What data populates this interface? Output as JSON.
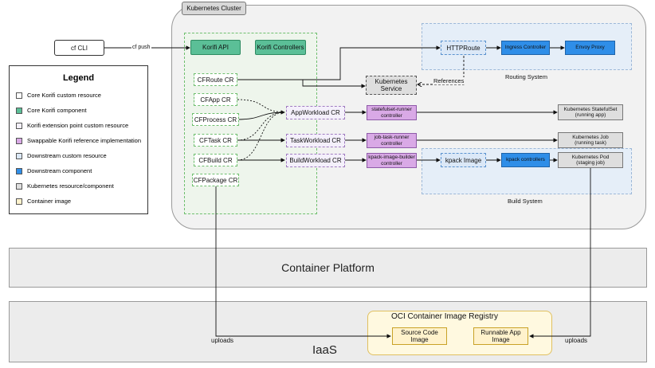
{
  "cluster": {
    "title": "Kubernetes Cluster"
  },
  "cli": {
    "label": "cf CLI",
    "push_label": "cf push"
  },
  "legend": {
    "title": "Legend",
    "items": [
      {
        "label": "Core Korifi custom resource",
        "swatch": "#ffffff"
      },
      {
        "label": "Core Korifi component",
        "swatch": "#5bbf97"
      },
      {
        "label": "Korifi extension point custom resource",
        "swatch": "#f4f0fb"
      },
      {
        "label": "Swappable Korifi reference implementation",
        "swatch": "#d9a9e6"
      },
      {
        "label": "Downstream custom resource",
        "swatch": "#dbe8f7"
      },
      {
        "label": "Downstream component",
        "swatch": "#2f8ee8"
      },
      {
        "label": "Kubernetes resource/component",
        "swatch": "#dedede"
      },
      {
        "label": "Container image",
        "swatch": "#fff2cc"
      }
    ]
  },
  "korifi": {
    "api": "Korifi API",
    "controllers": "Korifi Controllers",
    "cfroute": "CFRoute CR",
    "cfapp": "CFApp CR",
    "cfprocess": "CFProcess CR",
    "cftask": "CFTask CR",
    "cfbuild": "CFBuild CR",
    "cfpackage": "CFPackage CR"
  },
  "workloads": {
    "app": "AppWorkload CR",
    "task": "TaskWorkload CR",
    "build": "BuildWorkload CR"
  },
  "controllers": {
    "statefulset_line1": "statefulset-runner",
    "statefulset_line2": "controller",
    "job_line1": "job-task-runner",
    "job_line2": "controller",
    "image_line1": "kpack-image-builder",
    "image_line2": "controller"
  },
  "k8s": {
    "service_line1": "Kubernetes",
    "service_line2": "Service",
    "statefulset_line1": "Kubernetes StatefulSet",
    "statefulset_line2": "(running app)",
    "job_line1": "Kubernetes Job",
    "job_line2": "(running task)",
    "pod_line1": "Kubernetes Pod",
    "pod_line2": "(staging job)"
  },
  "routing": {
    "title": "Routing System",
    "httproute": "HTTPRoute",
    "ingress": "Ingress Controller",
    "envoy": "Envoy Proxy",
    "references": "References"
  },
  "build_system": {
    "title": "Build System",
    "kpack_image": "kpack Image",
    "kpack_controllers": "kpack controllers"
  },
  "platform": {
    "title": "Container Platform"
  },
  "iaas": {
    "title": "IaaS",
    "uploads_left": "uploads",
    "uploads_right": "uploads"
  },
  "registry": {
    "title": "OCI Container Image Registry",
    "source_line1": "Source Code",
    "source_line2": "Image",
    "runnable_line1": "Runnable App",
    "runnable_line2": "Image"
  }
}
